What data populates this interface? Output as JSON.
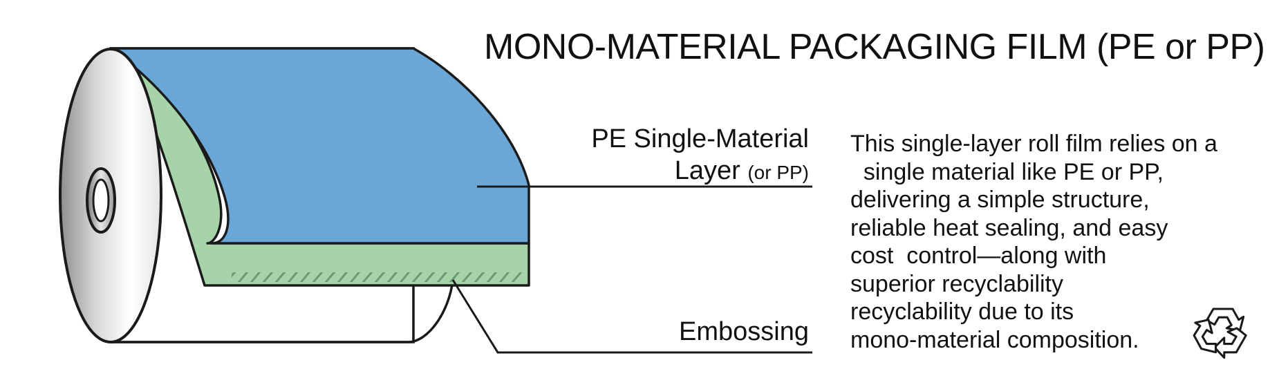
{
  "title": "MONO-MATERIAL PACKAGING FILM (PE or PP)",
  "labels": {
    "layer_line1": "PE Single-Material",
    "layer_line2": "Layer",
    "layer_suffix": "(or PP)",
    "embossing": "Embossing"
  },
  "description": [
    "This single-layer roll film relies on a",
    "  single material like PE or PP,",
    "delivering a simple structure,",
    "reliable heat sealing, and easy",
    "cost  control—along with",
    "superior recyclability",
    "recyclability due to its",
    "mono-material composition."
  ],
  "colors": {
    "film_top": "#6aa6d6",
    "film_layer": "#a6d4a8",
    "outline": "#1a1a1a",
    "roll_body": "#ffffff"
  },
  "icons": [
    "recycle-icon"
  ]
}
